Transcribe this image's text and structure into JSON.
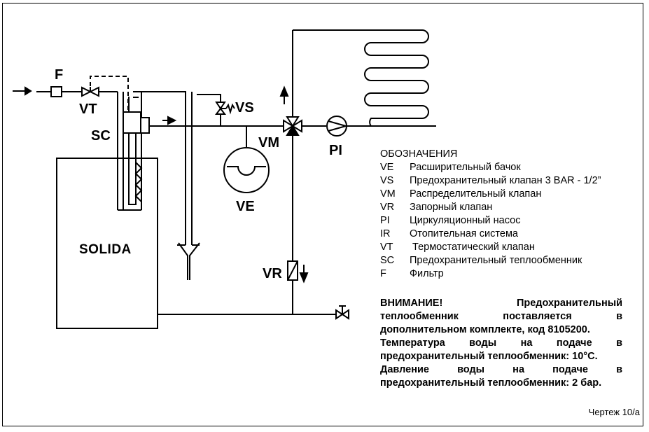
{
  "labels": {
    "F": "F",
    "VT": "VT",
    "SC": "SC",
    "VS": "VS",
    "VM": "VM",
    "PI": "PI",
    "VE": "VE",
    "VR": "VR",
    "boiler": "SOLIDA"
  },
  "legend": {
    "title": "ОБОЗНАЧЕНИЯ",
    "items": [
      {
        "code": "VE",
        "desc": "Расширительный бачок"
      },
      {
        "code": "VS",
        "desc": "Предохранительный клапан 3 BAR - 1/2”"
      },
      {
        "code": "VM",
        "desc": "Распределительный клапан"
      },
      {
        "code": "VR",
        "desc": "Запорный клапан"
      },
      {
        "code": "PI",
        "desc": "Циркуляционный насос"
      },
      {
        "code": "IR",
        "desc": "Отопительная система"
      },
      {
        "code": "VT",
        "desc": " Термостатический клапан"
      },
      {
        "code": "SC",
        "desc": "Предохранительный теплообменник"
      },
      {
        "code": "F",
        "desc": "Фильтр"
      }
    ]
  },
  "warning": {
    "line1": "ВНИМАНИЕ! Предохранительный теплообменник поставляется в дополнительном комплекте, код 8105200.",
    "line2": "Температура воды на подаче в предохранительный теплообменник: 10°C.",
    "line3": "Давление воды на подаче в предохранительный теплообменник: 2 бар."
  },
  "caption": "Чертеж 10/а",
  "icons": [
    "arrow-right-icon",
    "arrow-up-icon",
    "arrow-down-icon",
    "filter-icon",
    "valve-icon",
    "safety-valve-icon",
    "three-way-valve-icon",
    "pump-icon",
    "expansion-tank-icon",
    "radiator-coil-icon",
    "drain-funnel-icon",
    "heat-exchanger-coil-icon"
  ]
}
